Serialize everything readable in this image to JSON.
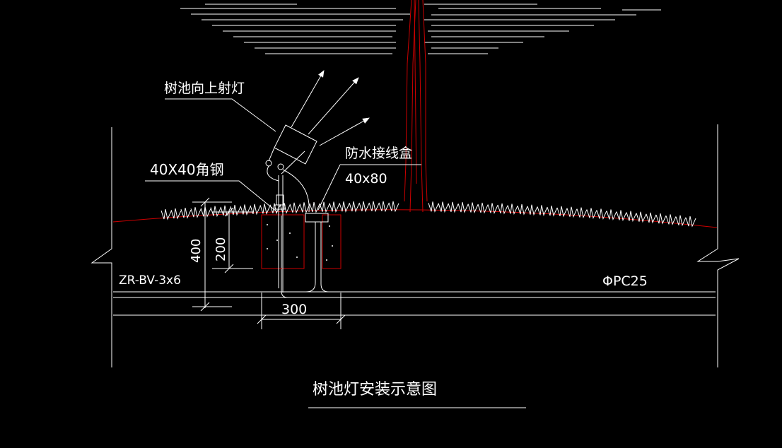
{
  "colors": {
    "background": "#000000",
    "line": "#ffffff",
    "accent": "#cc0000"
  },
  "labels": {
    "uplight": "树池向上射灯",
    "angle_steel": "40X40角钢",
    "junction_box": "防水接线盒",
    "junction_box_size": "40x80",
    "cable": "ZR-BV-3x6",
    "conduit": "ΦPC25",
    "dim_depth": "400",
    "dim_embed": "200",
    "dim_width": "300",
    "title": "树池灯安装示意图"
  }
}
